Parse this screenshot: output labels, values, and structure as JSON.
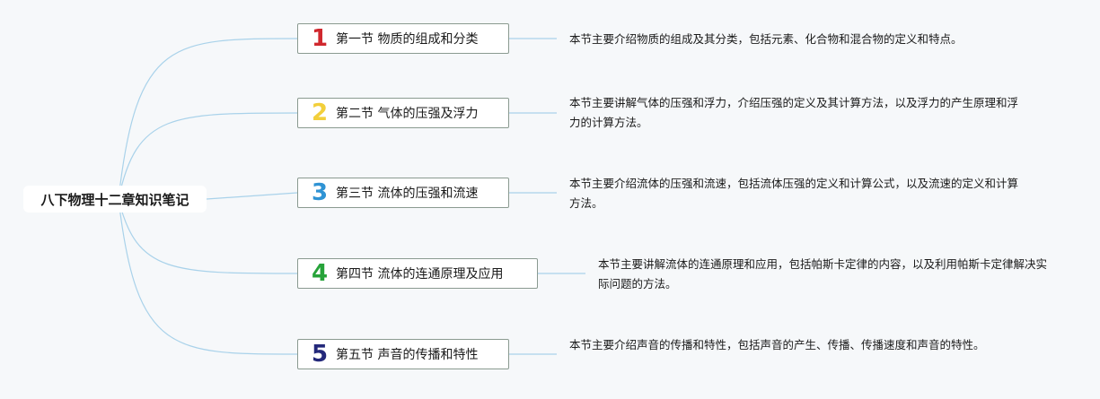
{
  "root": {
    "label": "八下物理十二章知识笔记"
  },
  "sections": [
    {
      "number": "1",
      "number_color": "#d0282e",
      "label": "第一节 物质的组成和分类",
      "description": "本节主要介绍物质的组成及其分类，包括元素、化合物和混合物的定义和特点。"
    },
    {
      "number": "2",
      "number_color": "#f2cf3b",
      "label": "第二节 气体的压强及浮力",
      "description": "本节主要讲解气体的压强和浮力，介绍压强的定义及其计算方法，以及浮力的产生原理和浮力的计算方法。"
    },
    {
      "number": "3",
      "number_color": "#2f93d4",
      "label": "第三节 流体的压强和流速",
      "description": "本节主要介绍流体的压强和流速，包括流体压强的定义和计算公式，以及流速的定义和计算方法。"
    },
    {
      "number": "4",
      "number_color": "#27a33a",
      "label": "第四节 流体的连通原理及应用",
      "description": "本节主要讲解流体的连通原理和应用，包括帕斯卡定律的内容，以及利用帕斯卡定律解决实际问题的方法。"
    },
    {
      "number": "5",
      "number_color": "#23287a",
      "label": "第五节 声音的传播和特性",
      "description": "本节主要介绍声音的传播和特性，包括声音的产生、传播、传播速度和声音的特性。"
    }
  ],
  "colors": {
    "connector": "#a9d2ea",
    "node_border": "#8a9a90",
    "background": "#f6f8fa"
  }
}
